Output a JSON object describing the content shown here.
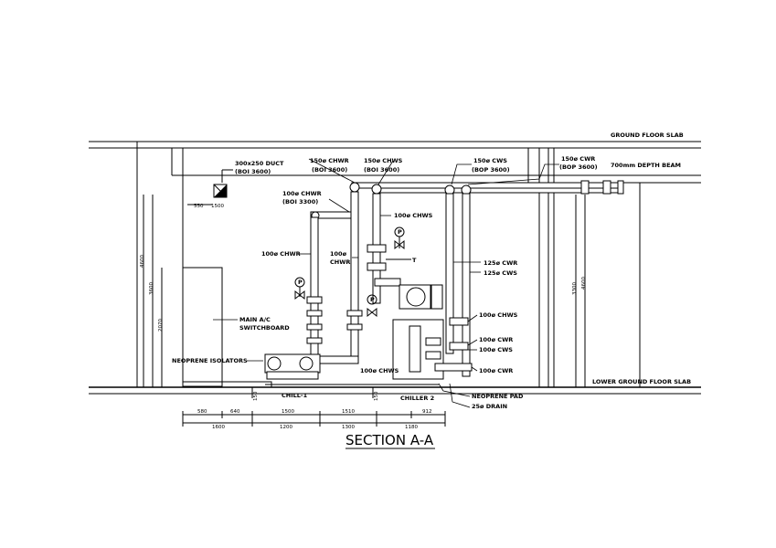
{
  "title": "SECTION A-A",
  "labels": {
    "ground_floor_slab": "GROUND FLOOR SLAB",
    "lower_ground_floor_slab": "LOWER GROUND FLOOR SLAB",
    "duct_1": "300x250 DUCT",
    "duct_2": "(BOI 3600)",
    "duct_dim_left": "550",
    "duct_dim_right": "1500",
    "chwr150_1": "150ø CHWR",
    "chwr150_2": "(BOI 3600)",
    "chws150_1": "150ø CHWS",
    "chws150_2": "(BOI 3600)",
    "cws150_1": "150ø CWS",
    "cws150_2": "(BOP 3600)",
    "cwr150_1": "150ø CWR",
    "cwr150_2": "(BOP 3600)",
    "depth_beam": "700mm DEPTH BEAM",
    "chwr100_top_1": "100ø CHWR",
    "chwr100_top_2": "(BOI 3300)",
    "chws100_a": "100ø CHWS",
    "chwr100_left": "100ø CHWR",
    "chwr100_mid_1": "100ø",
    "chwr100_mid_2": "CHWR",
    "cwr125": "125ø CWR",
    "cws125": "125ø CWS",
    "chws100_b": "100ø CHWS",
    "cwr100_a": "100ø CWR",
    "cws100_a": "100ø CWS",
    "cwr100_b": "100ø CWR",
    "chws100_c": "100ø CHWS",
    "switchboard_1": "MAIN A/C",
    "switchboard_2": "SWITCHBOARD",
    "neoprene_isolators": "NEOPRENE ISOLATORS",
    "chiller_1": "CHILL-1",
    "chiller_2": "CHILLER 2",
    "neoprene_pad": "NEOPRENE PAD",
    "drain": "25ø DRAIN",
    "t_mark": "T",
    "p_mark": "P",
    "pad_dim_1": "150",
    "pad_dim_2": "150",
    "height_left_outer": "4600",
    "height_left_inner": "3600",
    "height_switchboard": "2070",
    "height_right_inner": "3300",
    "height_right_outer": "4600"
  },
  "dims_row1": [
    "580",
    "640",
    "1500",
    "1510",
    "912"
  ],
  "dims_row2": [
    "1600",
    "1200",
    "1300",
    "1180"
  ]
}
